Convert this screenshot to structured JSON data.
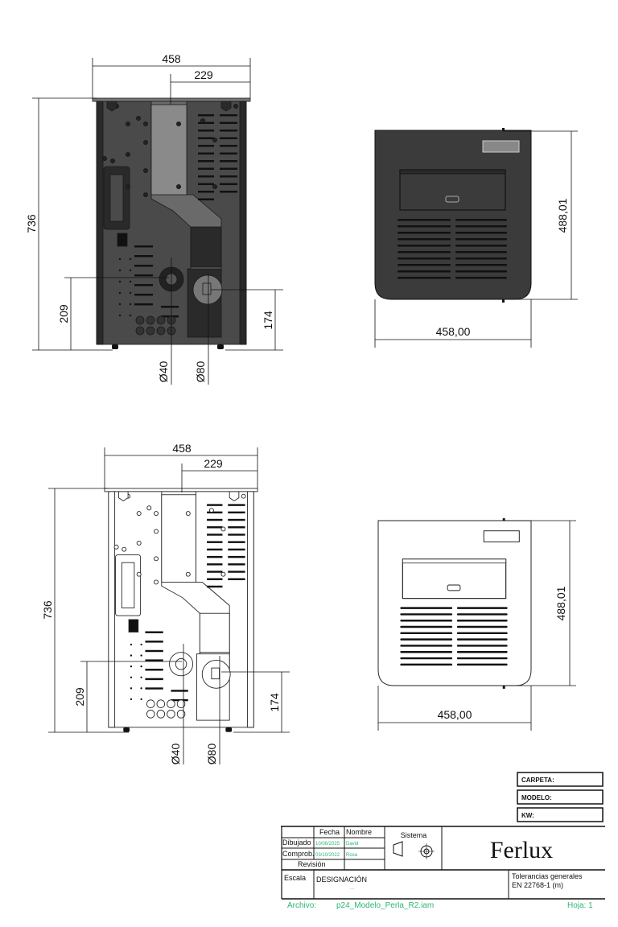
{
  "colors": {
    "body_dark": "#4a4a4a",
    "front_dark": "#3b3b3b",
    "accent_green": "#2bb673"
  },
  "views": {
    "rear_filled": {
      "width": "458",
      "half_width": "229",
      "height": "736",
      "inlet_height": "209",
      "outlet_height": "174",
      "inlet_diameter": "Ø40",
      "outlet_diameter": "Ø80"
    },
    "front_filled": {
      "height": "488,01",
      "width": "458,00"
    },
    "rear_outline": {
      "width": "458",
      "half_width": "229",
      "height": "736",
      "inlet_height": "209",
      "outlet_height": "174",
      "inlet_diameter": "Ø40",
      "outlet_diameter": "Ø80"
    },
    "front_outline": {
      "height": "488,01",
      "width": "458,00"
    }
  },
  "title_block": {
    "carpeta": "CARPETA:",
    "modelo": "MODELO:",
    "kw": "KW:",
    "fecha": "Fecha",
    "nombre": "Nombre",
    "dibujado": "Dibujado",
    "dibujado_fecha": "10/06/2025",
    "dibujado_nombre": "David",
    "comprob": "Comprob.",
    "comprob_fecha": "03/10/2022",
    "comprob_nombre": "Rosa",
    "revision": "Revisión",
    "sistema": "Sistema",
    "brand": "Ferlux",
    "escala": "Escala",
    "designacion": "DESIGNACIÓN",
    "designacion_value": "...",
    "tolerancias_1": "Tolerancias generales",
    "tolerancias_2": "EN 22768-1 (m)",
    "archivo_label": "Archivo:",
    "archivo": "p24_Modelo_Perla_R2.iam",
    "hoja": "Hoja: 1"
  }
}
